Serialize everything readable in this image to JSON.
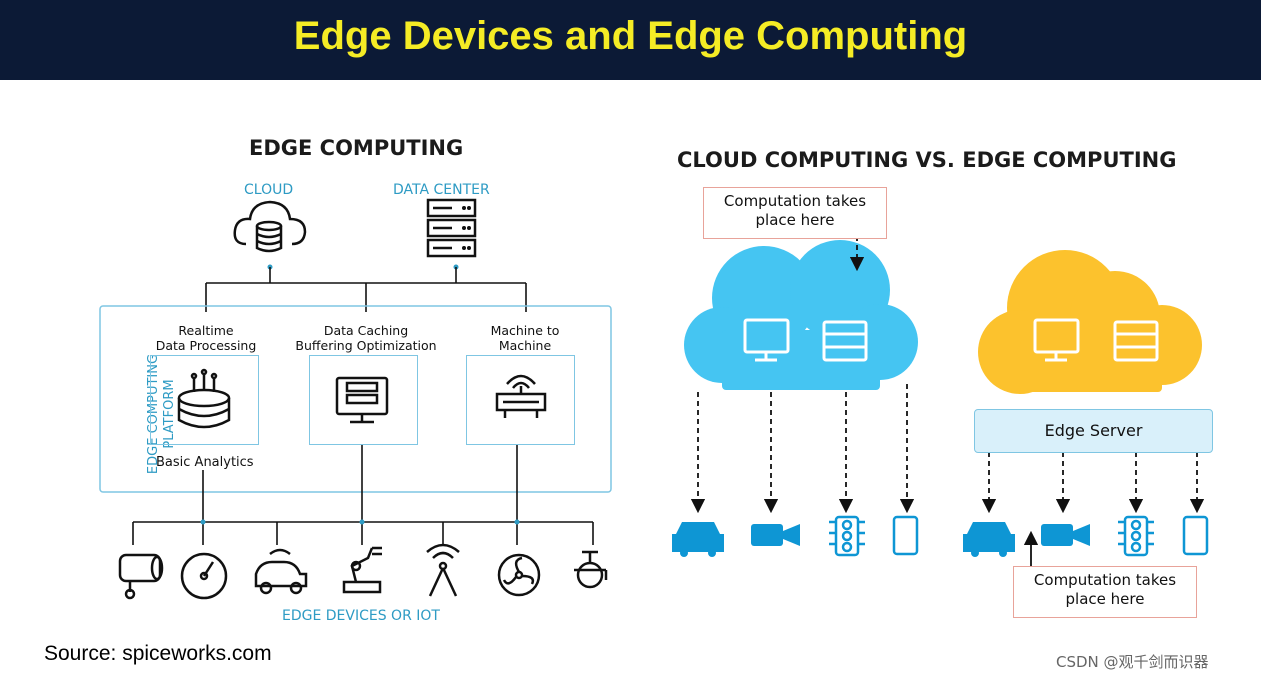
{
  "banner": {
    "title": "Edge Devices and Edge Computing"
  },
  "left": {
    "title": "EDGE COMPUTING",
    "cloud_label": "CLOUD",
    "datacenter_label": "DATA CENTER",
    "platform_label": [
      "EDGE COMPUTING",
      "PLATFORM"
    ],
    "modules": [
      {
        "label": [
          "Realtime",
          "Data Processing"
        ],
        "icon": "database-icon",
        "caption": "Basic Analytics"
      },
      {
        "label": [
          "Data Caching",
          "Buffering Optimization"
        ],
        "icon": "monitor-server-icon"
      },
      {
        "label": [
          "Machine to",
          "Machine"
        ],
        "icon": "router-icon"
      }
    ],
    "devices_label": "EDGE DEVICES OR IOT",
    "devices": [
      "camera-icon",
      "gauge-icon",
      "connected-car-icon",
      "robot-arm-icon",
      "antenna-tower-icon",
      "fan-icon",
      "valve-icon"
    ]
  },
  "right": {
    "title": "CLOUD COMPUTING VS. EDGE COMPUTING",
    "callout_top": [
      "Computation takes",
      "place here"
    ],
    "callout_bottom": [
      "Computation takes",
      "place here"
    ],
    "edge_server": "Edge Server",
    "cloud_color": "#45c5f2",
    "edge_color": "#fcc22d",
    "device_color": "#0e96d4",
    "devices": [
      "car-icon",
      "video-camera-icon",
      "traffic-light-icon",
      "phone-icon"
    ]
  },
  "source": "Source: spiceworks.com",
  "watermark": "CSDN @观千剑而识器"
}
